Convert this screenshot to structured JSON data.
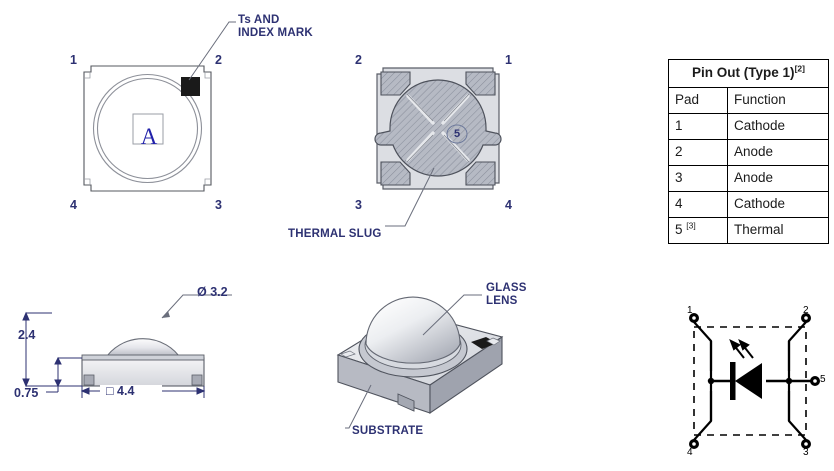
{
  "page": {
    "background": "#ffffff",
    "accent_blue": "#2d3172",
    "die_letter_color": "#2222aa",
    "metal_gray": "#b9bcc6",
    "line_color": "#555a66"
  },
  "top_view": {
    "name": "LED top view",
    "pin_numbers": [
      "1",
      "2",
      "3",
      "4"
    ],
    "die_mark": "A",
    "index_mark_label_line1": "Ts AND",
    "index_mark_label_line2": "INDEX MARK"
  },
  "bottom_view": {
    "name": "LED bottom view",
    "pin_numbers": [
      "2",
      "1",
      "3",
      "4"
    ],
    "thermal_pad_number": "5",
    "thermal_slug_label": "THERMAL SLUG"
  },
  "side_view": {
    "name": "LED side view with dimensions",
    "dim_total_height": "2.4",
    "dim_substrate_height": "0.75",
    "dim_body_width": "□ 4.4",
    "dim_lens_diameter": "Ø 3.2"
  },
  "iso_view": {
    "name": "LED isometric view",
    "glass_lens_label_line1": "GLASS",
    "glass_lens_label_line2": "LENS",
    "substrate_label": "SUBSTRATE"
  },
  "pinout_table": {
    "title": "Pin Out (Type 1)",
    "title_footnote": "[2]",
    "headers": [
      "Pad",
      "Function"
    ],
    "rows": [
      {
        "pad": "1",
        "pad_footnote": "",
        "function": "Cathode"
      },
      {
        "pad": "2",
        "pad_footnote": "",
        "function": "Anode"
      },
      {
        "pad": "3",
        "pad_footnote": "",
        "function": "Anode"
      },
      {
        "pad": "4",
        "pad_footnote": "",
        "function": "Cathode"
      },
      {
        "pad": "5",
        "pad_footnote": "[3]",
        "function": "Thermal"
      }
    ]
  },
  "schematic": {
    "name": "LED equivalent circuit schematic",
    "pin_labels": {
      "p1": "1",
      "p2": "2",
      "p3": "3",
      "p4": "4",
      "p5": "5"
    }
  }
}
